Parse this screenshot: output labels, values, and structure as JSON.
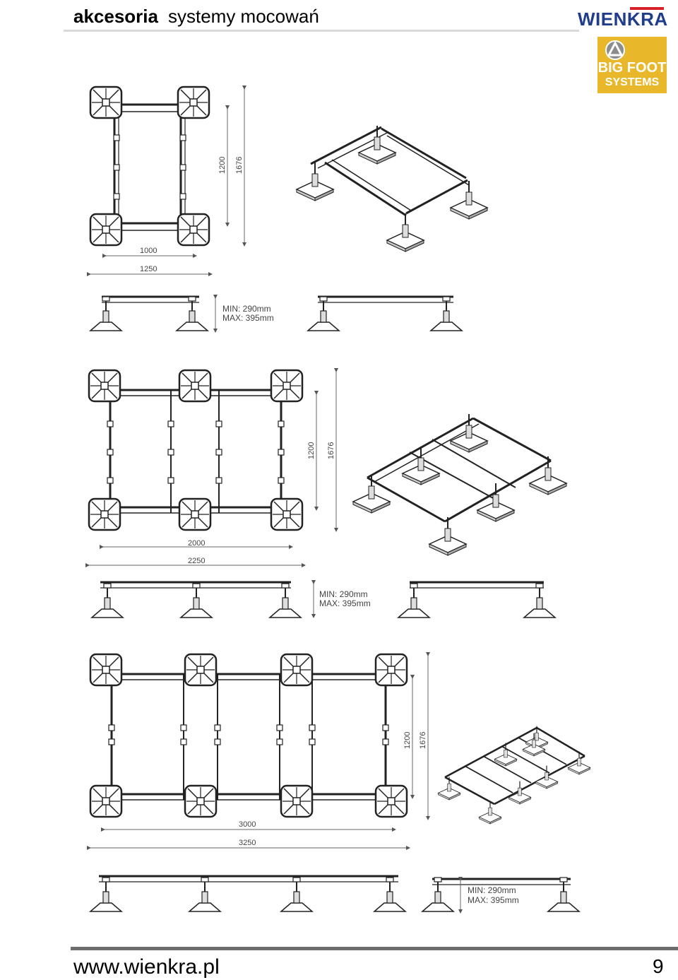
{
  "header": {
    "section_bold": "akcesoria",
    "section_title": "systemy mocowań"
  },
  "brand": {
    "logo_text": "WIENKRA",
    "badge_line1": "BIG FOOT",
    "badge_line2": "SYSTEMS",
    "accent_color": "#1f3d8a",
    "badge_color": "#e9b82a",
    "red_color": "#d8222a"
  },
  "drawings": [
    {
      "inner_width": "1000",
      "outer_width": "1250",
      "inner_height": "1200",
      "outer_height": "1676",
      "min_height": "MIN: 290mm",
      "max_height": "MAX: 395mm"
    },
    {
      "inner_width": "2000",
      "outer_width": "2250",
      "inner_height": "1200",
      "outer_height": "1676",
      "min_height": "MIN: 290mm",
      "max_height": "MAX: 395mm"
    },
    {
      "inner_width": "3000",
      "outer_width": "3250",
      "inner_height": "1200",
      "outer_height": "1676",
      "min_height": "MIN: 290mm",
      "max_height": "MAX: 395mm"
    }
  ],
  "footer": {
    "url": "www.wienkra.pl",
    "page_number": "9"
  }
}
